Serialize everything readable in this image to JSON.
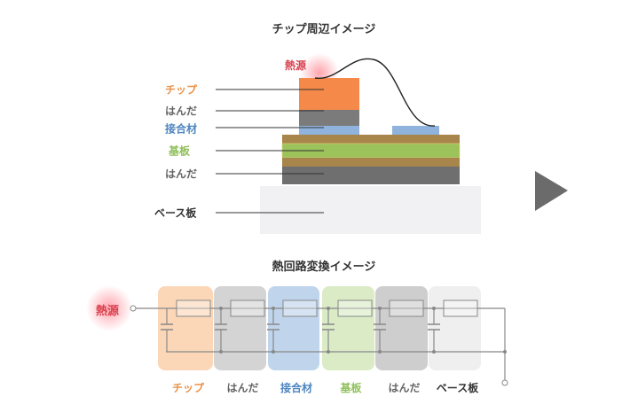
{
  "top": {
    "title": "チップ周辺イメージ",
    "heat_source": "熱源",
    "labels": [
      {
        "text": "チップ",
        "color": "#e8924a"
      },
      {
        "text": "はんだ",
        "color": "#666666"
      },
      {
        "text": "接合材",
        "color": "#4f86c0"
      },
      {
        "text": "基板",
        "color": "#8fbf5a"
      },
      {
        "text": "はんだ",
        "color": "#666666"
      },
      {
        "text": "ベース板",
        "color": "#333333"
      }
    ]
  },
  "bottom": {
    "title": "熱回路変換イメージ",
    "heat_source": "熱源",
    "stages": [
      {
        "text": "チップ",
        "color": "#e8924a",
        "fill": "#fbd3b0"
      },
      {
        "text": "はんだ",
        "color": "#666666",
        "fill": "#cfcfcf"
      },
      {
        "text": "接合材",
        "color": "#4f86c0",
        "fill": "#b9d0ea"
      },
      {
        "text": "基板",
        "color": "#8fbf5a",
        "fill": "#d6e9c0"
      },
      {
        "text": "はんだ",
        "color": "#666666",
        "fill": "#c9c9c9"
      },
      {
        "text": "ベース板",
        "color": "#333333",
        "fill": "#ededed"
      }
    ]
  },
  "colors": {
    "heat": "#d9404f",
    "chip": "#f4894a",
    "solder": "#7b7b7b",
    "bond": "#8fb3dc",
    "substrate_brown": "#a8854a",
    "substrate_green": "#9cc25c",
    "base": "#f1f1f3",
    "arrow": "#6b6b6b"
  }
}
